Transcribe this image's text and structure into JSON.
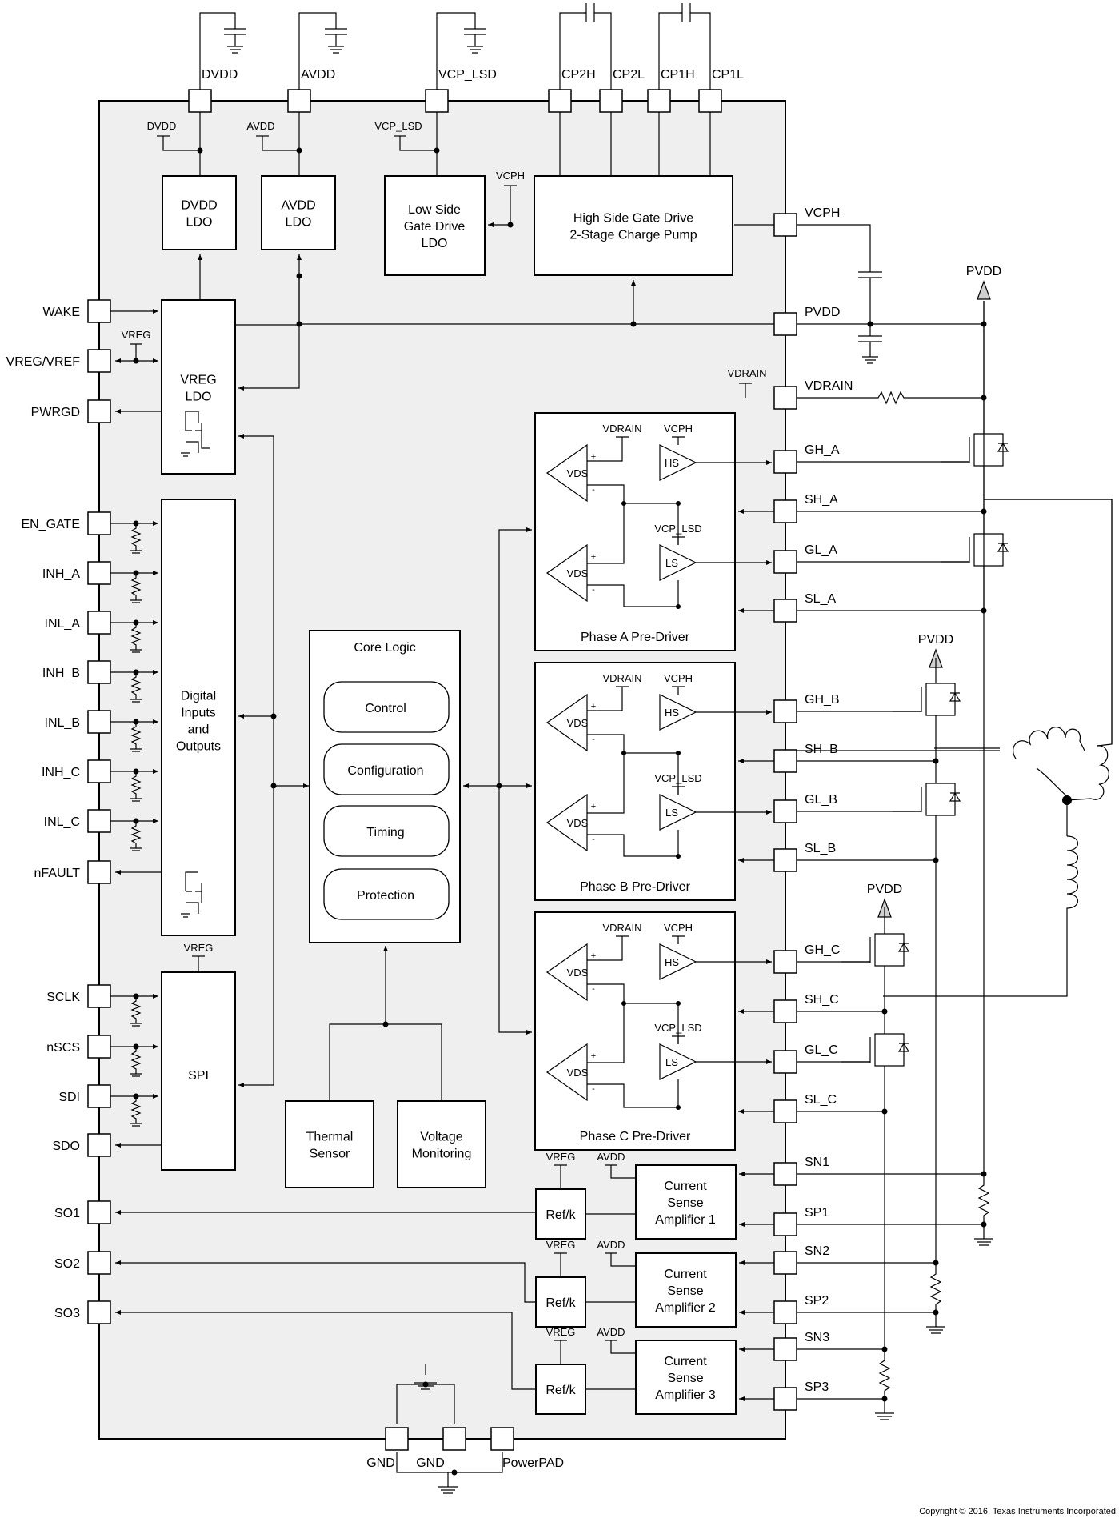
{
  "top_pins": [
    "DVDD",
    "AVDD",
    "VCP_LSD",
    "CP2H",
    "CP2L",
    "CP1H",
    "CP1L"
  ],
  "left_pins": [
    "WAKE",
    "VREG/VREF",
    "PWRGD",
    "EN_GATE",
    "INH_A",
    "INL_A",
    "INH_B",
    "INL_B",
    "INH_C",
    "INL_C",
    "nFAULT",
    "SCLK",
    "nSCS",
    "SDI",
    "SDO",
    "SO1",
    "SO2",
    "SO3"
  ],
  "right_pins": [
    "VCPH",
    "PVDD",
    "VDRAIN",
    "GH_A",
    "SH_A",
    "GL_A",
    "SL_A",
    "GH_B",
    "SH_B",
    "GL_B",
    "SL_B",
    "GH_C",
    "SH_C",
    "GL_C",
    "SL_C",
    "SN1",
    "SP1",
    "SN2",
    "SP2",
    "SN3",
    "SP3"
  ],
  "bottom_pins": [
    "GND",
    "GND",
    "PowerPAD"
  ],
  "blocks": {
    "dvdd_ldo": [
      "DVDD",
      "LDO"
    ],
    "avdd_ldo": [
      "AVDD",
      "LDO"
    ],
    "ls_ldo": [
      "Low Side",
      "Gate Drive",
      "LDO"
    ],
    "hs_pump": [
      "High Side Gate Drive",
      "2-Stage Charge Pump"
    ],
    "vreg_ldo": [
      "VREG",
      "LDO"
    ],
    "digital_io": [
      "Digital",
      "Inputs",
      "and",
      "Outputs"
    ],
    "spi": "SPI",
    "core_logic": "Core Logic",
    "core_items": [
      "Control",
      "Configuration",
      "Timing",
      "Protection"
    ],
    "thermal": [
      "Thermal",
      "Sensor"
    ],
    "voltage": [
      "Voltage",
      "Monitoring"
    ],
    "predrivers": [
      "Phase A Pre-Driver",
      "Phase B Pre-Driver",
      "Phase C Pre-Driver"
    ],
    "csa": [
      [
        "Current",
        "Sense",
        "Amplifier 1"
      ],
      [
        "Current",
        "Sense",
        "Amplifier 2"
      ],
      [
        "Current",
        "Sense",
        "Amplifier 3"
      ]
    ],
    "ref": "Ref/k"
  },
  "labels": {
    "dvdd": "DVDD",
    "avdd": "AVDD",
    "vcp_lsd": "VCP_LSD",
    "vcph": "VCPH",
    "vreg": "VREG",
    "vdrain": "VDRAIN",
    "vds": "VDS",
    "hs": "HS",
    "ls": "LS",
    "plus": "+",
    "minus": "-",
    "pvdd": "PVDD"
  },
  "copyright": "Copyright © 2016, Texas Instruments Incorporated"
}
